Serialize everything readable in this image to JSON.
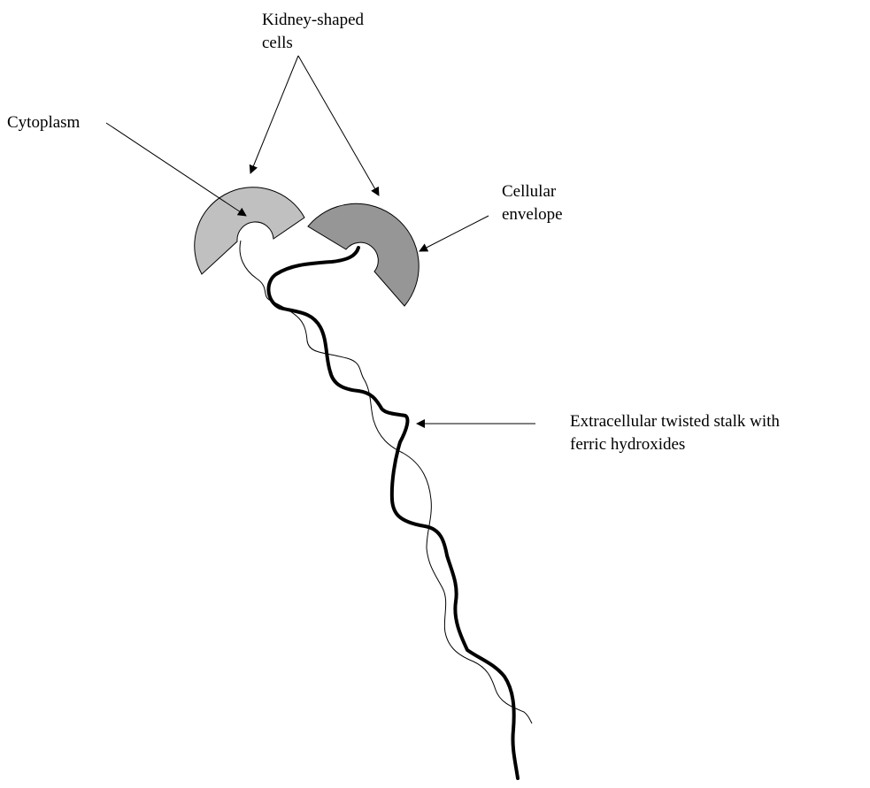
{
  "labels": {
    "kidney_cells": [
      "Kidney-shaped",
      "cells"
    ],
    "cytoplasm": "Cytoplasm",
    "cellular_envelope": [
      "Cellular",
      "envelope"
    ],
    "stalk": [
      "Extracellular twisted stalk with",
      "ferric hydroxides"
    ]
  },
  "colors": {
    "cell_left_fill": "#c0c0c0",
    "cell_right_fill": "#969696",
    "outline": "#000000",
    "background": "#ffffff"
  }
}
